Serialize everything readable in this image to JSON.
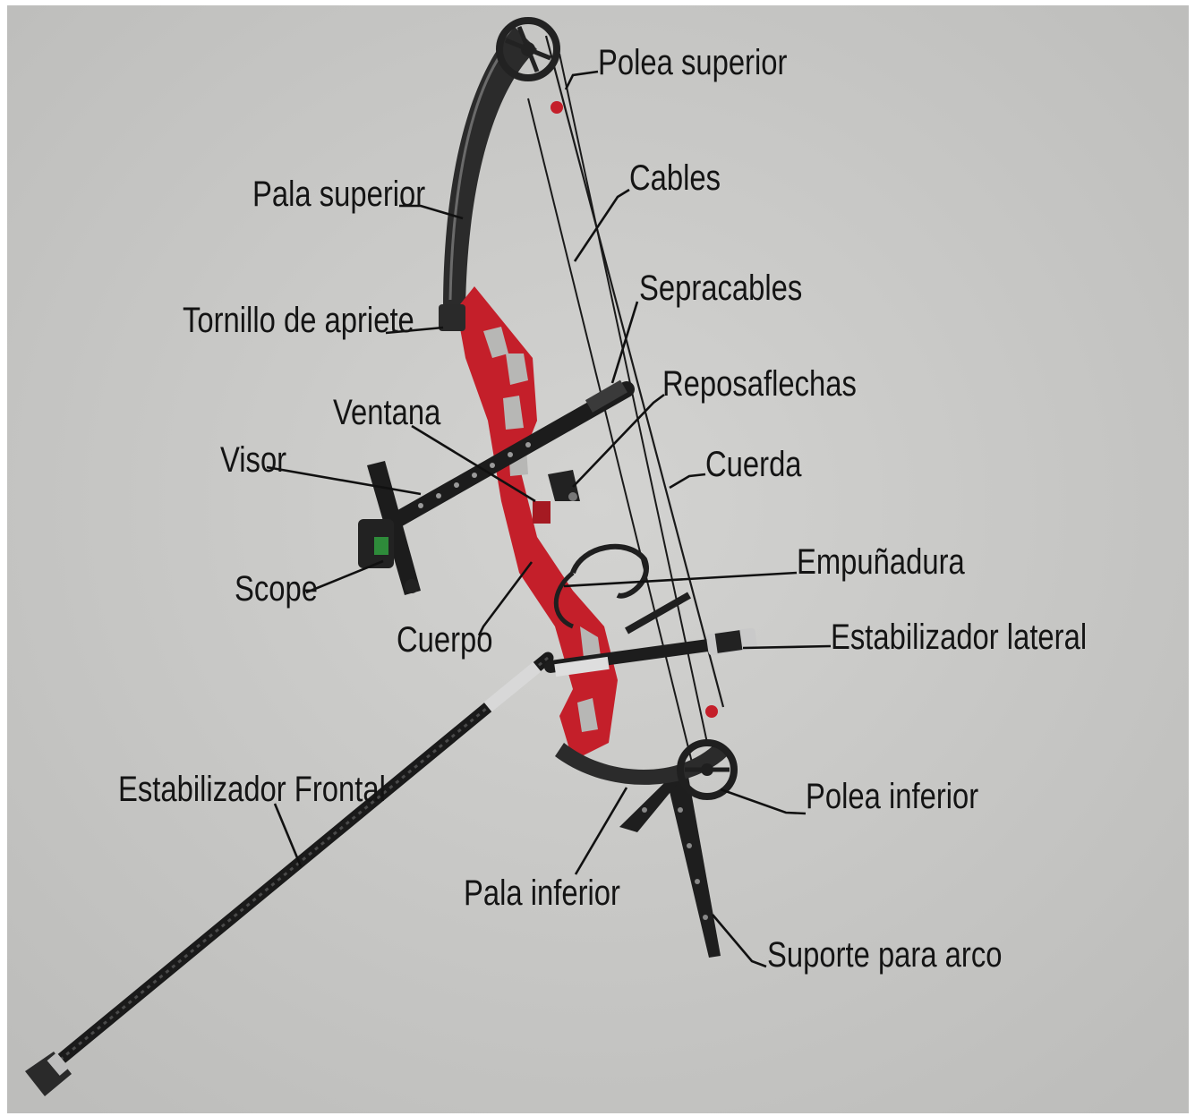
{
  "colors": {
    "background": "#c9c9c7",
    "riser": "#c41f2a",
    "limb": "#2b2b2b",
    "carbon": "#1d1d1d",
    "label_text": "#141414"
  },
  "labels": {
    "polea_superior": "Polea superior",
    "cables": "Cables",
    "pala_superior": "Pala superior",
    "sepracables": "Sepracables",
    "tornillo_de_apriete": "Tornillo de apriete",
    "reposaflechas": "Reposaflechas",
    "ventana": "Ventana",
    "visor": "Visor",
    "cuerda": "Cuerda",
    "empunadura": "Empuñadura",
    "scope": "Scope",
    "cuerpo": "Cuerpo",
    "estabilizador_lateral": "Estabilizador lateral",
    "estabilizador_frontal": "Estabilizador Frontal",
    "polea_inferior": "Polea inferior",
    "pala_inferior": "Pala inferior",
    "suporte_para_arco": "Suporte para arco"
  }
}
